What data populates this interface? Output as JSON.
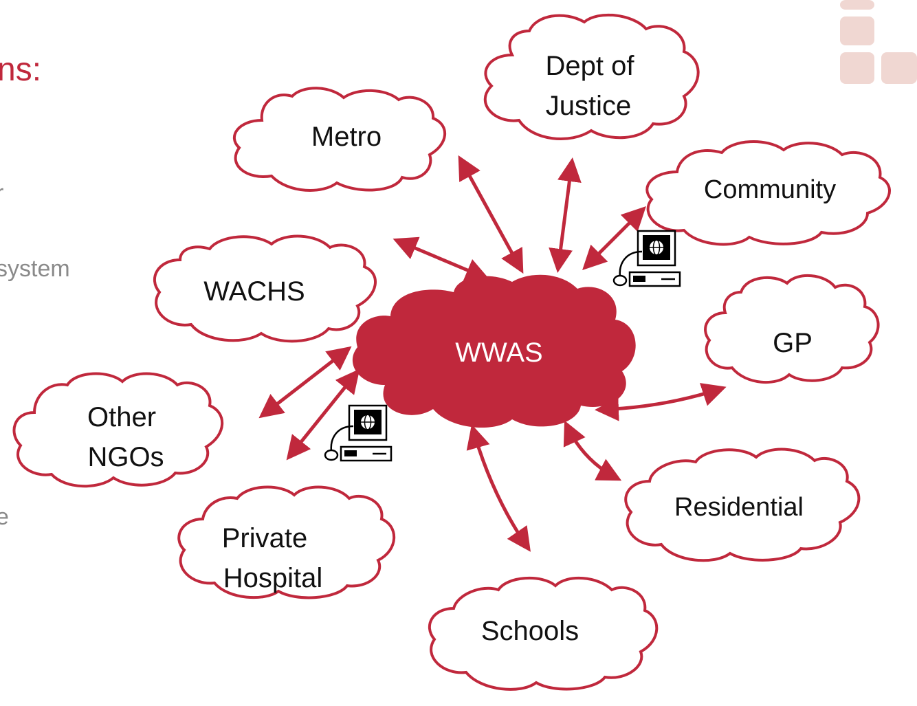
{
  "slide": {
    "title_fragment": "ns:",
    "side_fragments": [
      "r",
      "system",
      "e"
    ]
  },
  "diagram": {
    "hub": {
      "label": "WWAS"
    },
    "nodes": [
      {
        "id": "metro",
        "lines": [
          "Metro"
        ]
      },
      {
        "id": "dept-justice",
        "lines": [
          "Dept of",
          "Justice"
        ]
      },
      {
        "id": "community",
        "lines": [
          "Community"
        ]
      },
      {
        "id": "wachs",
        "lines": [
          "WACHS"
        ]
      },
      {
        "id": "gp",
        "lines": [
          "GP"
        ]
      },
      {
        "id": "other-ngos",
        "lines": [
          "Other",
          "NGOs"
        ]
      },
      {
        "id": "private-hospital",
        "lines": [
          "Private",
          "Hospital"
        ]
      },
      {
        "id": "residential",
        "lines": [
          "Residential"
        ]
      },
      {
        "id": "schools",
        "lines": [
          "Schools"
        ]
      }
    ],
    "computer_icons": [
      "computer-terminal-icon",
      "computer-terminal-icon"
    ]
  },
  "colors": {
    "accent": "#c0283c",
    "hub_fill": "#c0283c",
    "cloud_outline": "#c0283c",
    "gray_text": "#8a8a8a",
    "corner_logo": "#f0d7d2"
  }
}
